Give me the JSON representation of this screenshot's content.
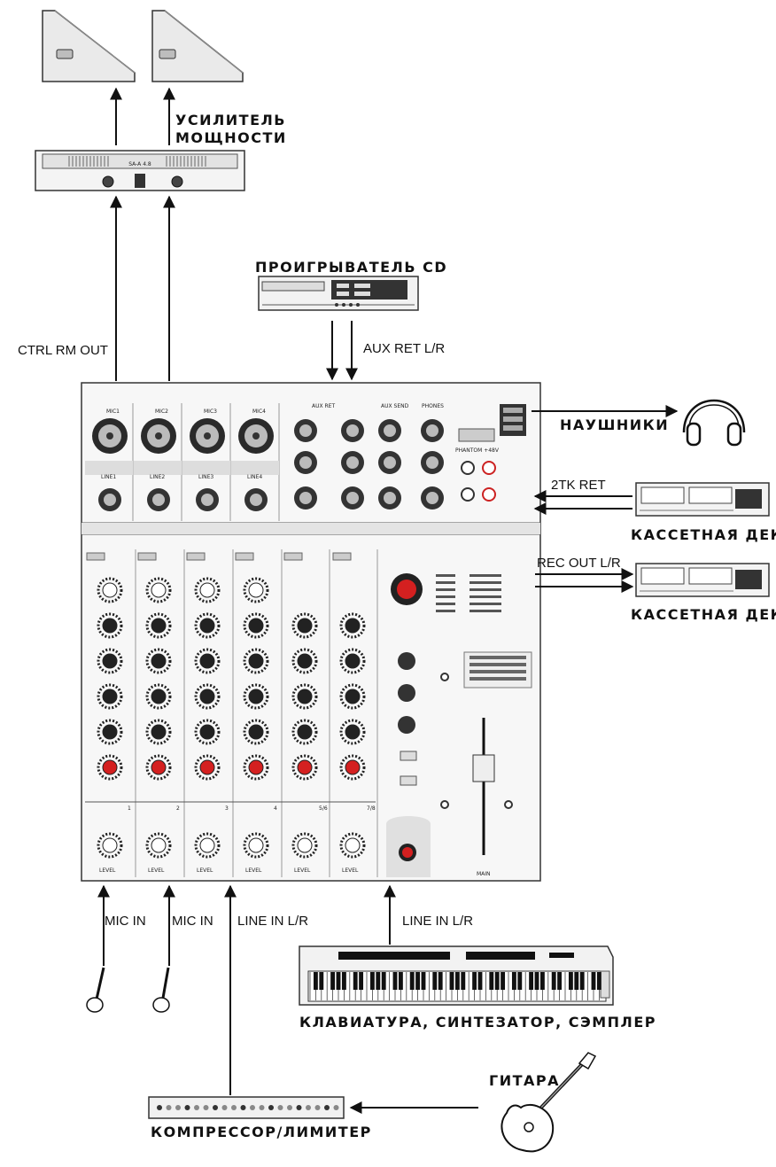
{
  "labels": {
    "power_amp_line1": "УСИЛИТЕЛЬ",
    "power_amp_line2": "МОЩНОСТИ",
    "cd_player": "ПРОИГРЫВАТЕЛЬ CD",
    "ctrl_rm_out": "CTRL RM OUT",
    "aux_ret_lr": "AUX RET L/R",
    "headphones": "НАУШНИКИ",
    "tk_ret": "2TK RET",
    "cassette_deck_1": "КАССЕТНАЯ ДЕКА",
    "rec_out_lr": "REC OUT L/R",
    "cassette_deck_2": "КАССЕТНАЯ ДЕКА",
    "mic_in_1": "MIC IN",
    "mic_in_2": "MIC IN",
    "line_in_lr_1": "LINE IN L/R",
    "line_in_lr_2": "LINE IN L/R",
    "keyboard": "КЛАВИАТУРА, СИНТЕЗАТОР, СЭМПЛЕР",
    "guitar": "ГИТАРА",
    "compressor": "КОМПРЕССОР/ЛИМИТЕР"
  },
  "mixer": {
    "mic_inputs": [
      "MIC1",
      "MIC2",
      "MIC3",
      "MIC4"
    ],
    "line_inputs": [
      "LINE1",
      "LINE2",
      "LINE3",
      "LINE4"
    ],
    "aux_ret_header": "AUX RET",
    "aux_send": "AUX SEND",
    "phones": "PHONES",
    "phantom": "PHANTOM +48V",
    "channel_numbers": [
      "1",
      "2",
      "3",
      "4",
      "5/6",
      "7/8"
    ],
    "level_label": "LEVEL",
    "main_label": "MAIN"
  },
  "amplifier": {
    "model": "SA-A 4.8"
  },
  "colors": {
    "knob_accent": "#d42020",
    "line": "#111111",
    "panel": "#f7f7f7"
  }
}
